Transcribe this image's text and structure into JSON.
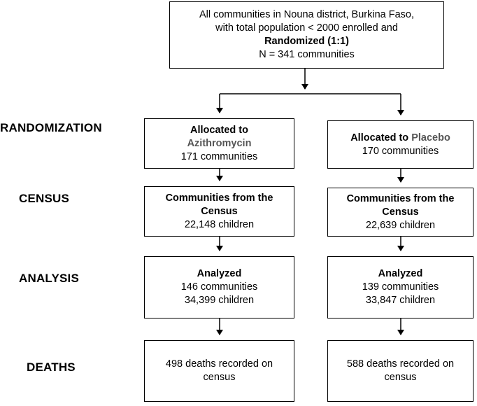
{
  "top": {
    "line1": "All communities in Nouna district, Burkina Faso,",
    "line2": "with total population < 2000 enrolled and",
    "line3_bold": "Randomized (1:1)",
    "line4": "N = 341 communities"
  },
  "stages": {
    "randomization": "RANDOMIZATION",
    "census": "CENSUS",
    "analysis": "ANALYSIS",
    "deaths": "DEATHS"
  },
  "left": {
    "alloc_line1": "Allocated to",
    "alloc_arm": "Azithromycin",
    "alloc_count": "171 communities",
    "census_line1": "Communities from the",
    "census_line2": "Census",
    "census_count": "22,148 children",
    "analysis_title": "Analyzed",
    "analysis_communities": "146 communities",
    "analysis_children": "34,399 children",
    "deaths_line1": "498 deaths recorded on",
    "deaths_line2": "census"
  },
  "right": {
    "alloc_line1": "Allocated to ",
    "alloc_arm": "Placebo",
    "alloc_count": "170 communities",
    "census_line1": "Communities from the",
    "census_line2": "Census",
    "census_count": "22,639 children",
    "analysis_title": "Analyzed",
    "analysis_communities": "139 communities",
    "analysis_children": "33,847 children",
    "deaths_line1": "588 deaths recorded on",
    "deaths_line2": "census"
  },
  "colors": {
    "arm_text": "#555555",
    "line": "#000000"
  }
}
